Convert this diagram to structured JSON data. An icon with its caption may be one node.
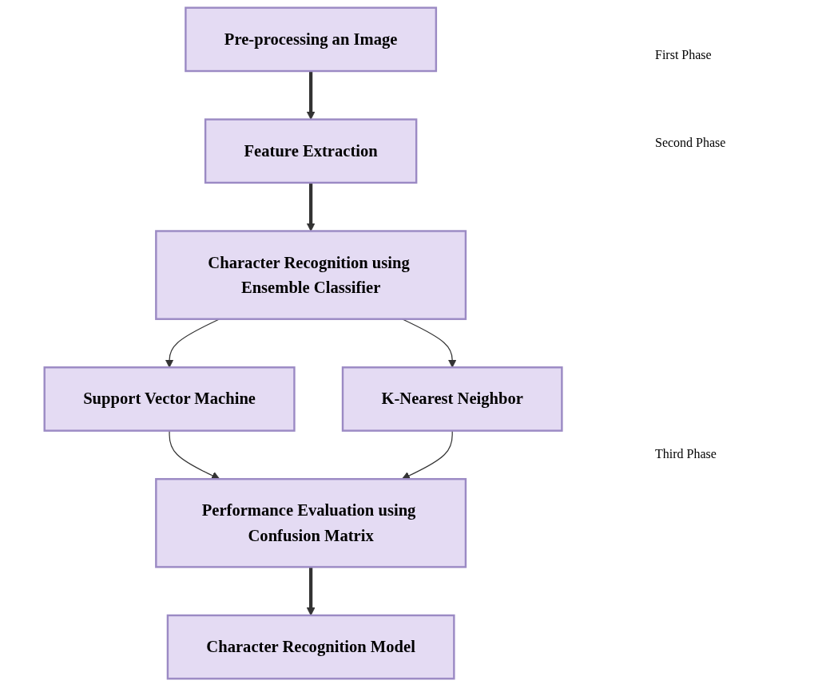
{
  "diagram": {
    "nodes": [
      {
        "text": [
          "Pre-processing an Image"
        ]
      },
      {
        "text": [
          "Feature Extraction"
        ]
      },
      {
        "text": [
          "Character Recognition using Ensemble Classifier"
        ]
      },
      {
        "text": [
          "Support Vector Machine"
        ]
      },
      {
        "text": [
          "K-Nearest Neighbor"
        ]
      },
      {
        "text": [
          "Performance Evaluation using Confusion Matrix"
        ]
      },
      {
        "text": [
          "Character Recognition Model"
        ]
      }
    ],
    "edges": [
      {
        "from": 0,
        "to": 1,
        "arrow": "to",
        "style": "thick"
      },
      {
        "from": 1,
        "to": 2,
        "arrow": "to",
        "style": "thick"
      },
      {
        "from": 2,
        "to": 3,
        "arrow": "to"
      },
      {
        "from": 2,
        "to": 4,
        "arrow": "to"
      },
      {
        "from": 3,
        "to": 5,
        "arrow": "to"
      },
      {
        "from": 4,
        "to": 5,
        "arrow": "to"
      },
      {
        "from": 5,
        "to": 6,
        "arrow": "to",
        "style": "thick"
      }
    ],
    "labels": [
      "First Phase",
      "Second Phase",
      "Third Phase"
    ]
  }
}
